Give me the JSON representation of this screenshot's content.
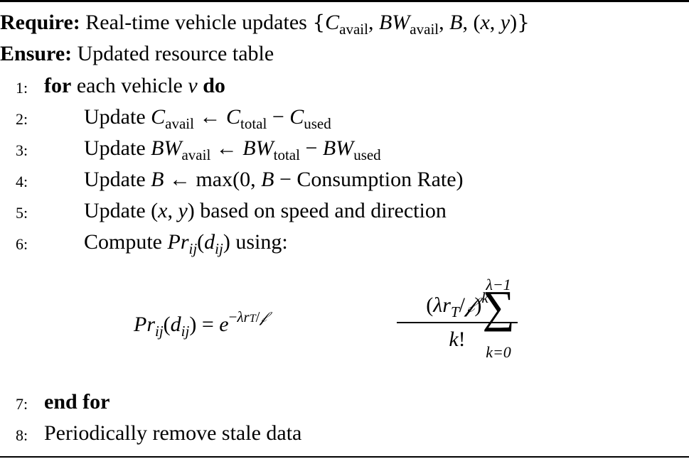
{
  "require": {
    "label": "Require:",
    "text": "Real-time vehicle updates"
  },
  "ensure": {
    "label": "Ensure:",
    "text": "Updated resource table"
  },
  "lines": [
    {
      "num": "1:",
      "kw1": "for",
      "text": "each vehicle",
      "var": "v",
      "kw2": "do"
    },
    {
      "num": "2:",
      "text": "Update"
    },
    {
      "num": "3:",
      "text": "Update"
    },
    {
      "num": "4:",
      "text": "Update",
      "func": "max",
      "rate": "Consumption Rate"
    },
    {
      "num": "5:",
      "text": "Update",
      "tail": "based on speed and direction"
    },
    {
      "num": "6:",
      "text": "Compute",
      "tail": "using:"
    },
    {
      "num": "7:",
      "kw": "end for"
    },
    {
      "num": "8:",
      "text": "Periodically remove stale data"
    }
  ]
}
